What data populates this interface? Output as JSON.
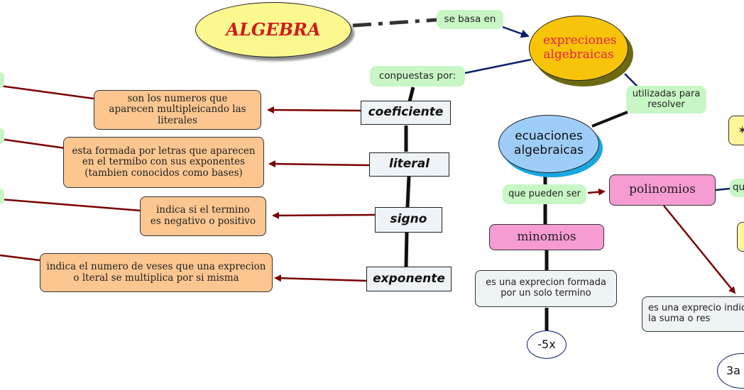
{
  "title": "ALGEBRA",
  "main_concept": "expreciones algebraicas",
  "links": {
    "se_basa_en": "se basa en",
    "conpuestas_por": "conpuestas por:",
    "utilizadas_para": "utilizadas para resolver",
    "que_pueden_ser": "que pueden ser",
    "right_partial": "qu"
  },
  "terms": [
    {
      "label": "coeficiente",
      "description": "son los numeros que aparecen multipleicando las literales"
    },
    {
      "label": "literal",
      "description": "esta formada por letras que aparecen en el termibo con sus exponentes (tambien conocidos como bases)"
    },
    {
      "label": "signo",
      "description": "indica si el termino es negativo o positivo"
    },
    {
      "label": "exponente",
      "description": "indica el numero de veses que una exprecion o lteral se multiplica por si misma"
    }
  ],
  "ecuaciones": "ecuaciones algebraicas",
  "polinomios": {
    "label": "polinomios",
    "description": "es una exprecio indica la suma o res",
    "example": "3a"
  },
  "minomios": {
    "label": "minomios",
    "description": "es una exprecion formada por un solo termino",
    "example": "-5x"
  },
  "colors": {
    "title_fill": "#fbf890",
    "title_text": "#d11a1a",
    "main_fill": "#f7c40a",
    "main_text": "#e8204a",
    "ecuaciones_fill": "#9fcdf9",
    "label_fill": "#c8f7c5",
    "description_fill": "#fcc690",
    "pink_fill": "#f79bd3",
    "arrow": "#7a0000"
  }
}
